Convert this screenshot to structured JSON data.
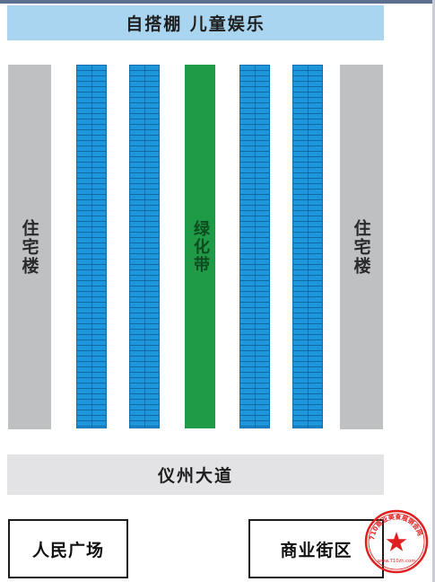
{
  "banner": {
    "label": "自搭棚 儿童娱乐"
  },
  "buildings": {
    "left_label": "住宅楼",
    "right_label": "住宅楼"
  },
  "green_belt": {
    "label": "绿化带"
  },
  "road": {
    "label": "仪州大道"
  },
  "plaza": {
    "label": "人民广场"
  },
  "street": {
    "label": "商业街区"
  },
  "stamp": {
    "ring_text": "710商业美食展销会网",
    "url_text": "www.710zh.com"
  },
  "colors": {
    "banner": "#a9d5f0",
    "booth": "#1e96dc",
    "green_belt": "#1f9a46",
    "building": "#bfc0c2",
    "road": "#e3e3e5",
    "stamp_red": "#e02020"
  }
}
